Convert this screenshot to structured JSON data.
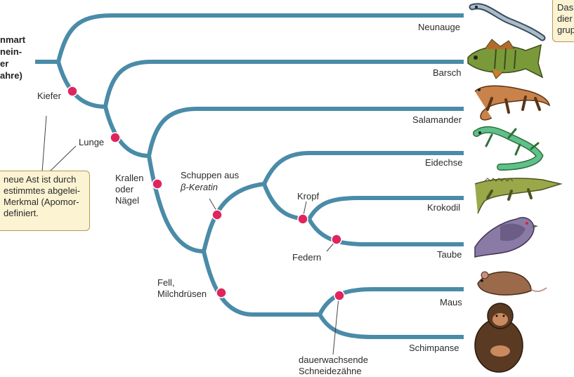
{
  "root_label": {
    "lines": [
      "nmart",
      "nein-",
      "er",
      "ahre)"
    ]
  },
  "taxa": [
    "Neunauge",
    "Barsch",
    "Salamander",
    "Eidechse",
    "Krokodil",
    "Taube",
    "Maus",
    "Schimpanse"
  ],
  "traits": {
    "kiefer": "Kiefer",
    "lunge": "Lunge",
    "krallen": [
      "Krallen",
      "oder",
      "Nägel"
    ],
    "schuppen": [
      "Schuppen aus",
      "β-Keratin"
    ],
    "kropf": "Kropf",
    "federn": "Federn",
    "fell": [
      "Fell,",
      "Milchdrüsen"
    ],
    "zaehne": [
      "dauerwachsende",
      "Schneidezähne"
    ]
  },
  "callout_left": {
    "lines": [
      "neue Ast ist durch",
      "estimmtes abgelei-",
      "Merkmal (Apomor-",
      "definiert."
    ]
  },
  "callout_right": {
    "lines": [
      "Das",
      "dier",
      "grup"
    ]
  },
  "animal_icons": [
    "lamprey-icon",
    "perch-icon",
    "salamander-icon",
    "lizard-icon",
    "crocodile-icon",
    "pigeon-icon",
    "mouse-icon",
    "chimpanzee-icon"
  ],
  "colors": {
    "branch": "#4a8ba8",
    "marker": "#e0245e",
    "callout_bg": "#fbf3d2",
    "callout_border": "#b39a5a"
  }
}
